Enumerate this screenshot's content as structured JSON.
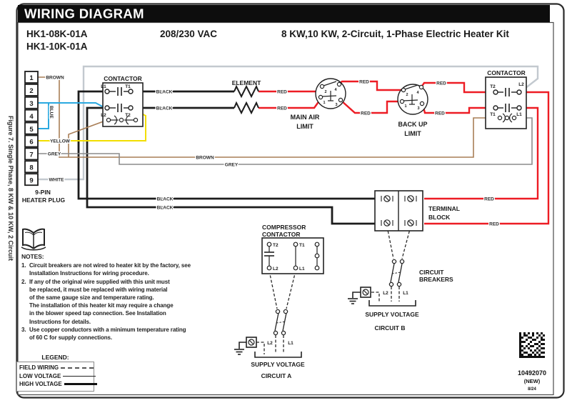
{
  "header": {
    "title": "WIRING DIAGRAM",
    "model_1": "HK1-08K-01A",
    "model_2": "HK1-10K-01A",
    "voltage": "208/230 VAC",
    "kit_description": "8 KW,10 KW, 2-Circuit, 1-Phase Electric Heater Kit"
  },
  "figure_caption": "Figure 7. Single Phase, 8 KW & 10 KW, 2 Circuit",
  "plug": {
    "pins": [
      "1",
      "2",
      "3",
      "4",
      "5",
      "6",
      "7",
      "8",
      "9"
    ],
    "label_line1": "9-PIN",
    "label_line2": "HEATER PLUG"
  },
  "wires": {
    "brown": "BROWN",
    "blue": "BLUE",
    "yellow": "YELLOW",
    "grey": "GREY",
    "white": "WHITE",
    "black": "BLACK",
    "red": "RED"
  },
  "contactor_left": {
    "title": "CONTACTOR",
    "l1": "L1",
    "t1": "T1",
    "l2": "L2",
    "t2": "T2"
  },
  "contactor_right": {
    "title": "CONTACTOR",
    "t2": "T2",
    "l2": "L2",
    "t1": "T1",
    "l1": "L1"
  },
  "element": {
    "title": "ELEMENT"
  },
  "main_air_limit": {
    "line1": "MAIN AIR",
    "line2": "LIMIT",
    "t1": "1",
    "t2": "2",
    "t3": "3",
    "t4": "4"
  },
  "backup_limit": {
    "line1": "BACK UP",
    "line2": "LIMIT",
    "t1": "1",
    "t2": "2",
    "t3": "3",
    "t4": "4"
  },
  "terminal_block": {
    "line1": "TERMINAL",
    "line2": "BLOCK"
  },
  "compressor_contactor": {
    "line1": "COMPRESSOR",
    "line2": "CONTACTOR",
    "t2": "T2",
    "t1": "T1",
    "l2": "L2",
    "l1": "L1"
  },
  "circuit_breakers_label": {
    "line1": "CIRCUIT",
    "line2": "BREAKERS"
  },
  "circuit_a": {
    "l2": "L2",
    "l1": "L1",
    "supply": "SUPPLY VOLTAGE",
    "name": "CIRCUIT A"
  },
  "circuit_b": {
    "l2": "L2",
    "l1": "L1",
    "supply": "SUPPLY VOLTAGE",
    "name": "CIRCUIT B"
  },
  "notes": {
    "heading": "NOTES:",
    "lines": [
      {
        "num": "1.",
        "text": "Circuit breakers are not wired to heater kit by the factory, see"
      },
      {
        "num": "",
        "text": "Installation Instructions for wiring procedure."
      },
      {
        "num": "2.",
        "text": "If any of the original wire supplied with this unit must"
      },
      {
        "num": "",
        "text": "be replaced, it must be replaced with wiring material"
      },
      {
        "num": "",
        "text": "of the same gauge size and temperature rating."
      },
      {
        "num": "",
        "text": "The installation of this heater kit may require a change"
      },
      {
        "num": "",
        "text": "in the blower speed tap connection. See Installation"
      },
      {
        "num": "",
        "text": "Instructions for details."
      },
      {
        "num": "3.",
        "text": "Use copper conductors with a minimum temperature rating"
      },
      {
        "num": "",
        "text": "of 60 C for supply connections."
      }
    ]
  },
  "legend": {
    "heading": "LEGEND:",
    "field_wiring": "FIELD WIRING",
    "low_voltage": "LOW VOLTAGE",
    "high_voltage": "HIGH VOLTAGE"
  },
  "footer": {
    "part_number": "10492070",
    "revision": "(NEW)",
    "date": "8/24"
  },
  "colors": {
    "red": "#ED1C24",
    "black": "#1C1C1C",
    "brown": "#A97E56",
    "blue": "#2BA9E0",
    "yellow": "#F2DE00",
    "grey": "#8C8C8C",
    "silver": "#C3C9CF"
  }
}
